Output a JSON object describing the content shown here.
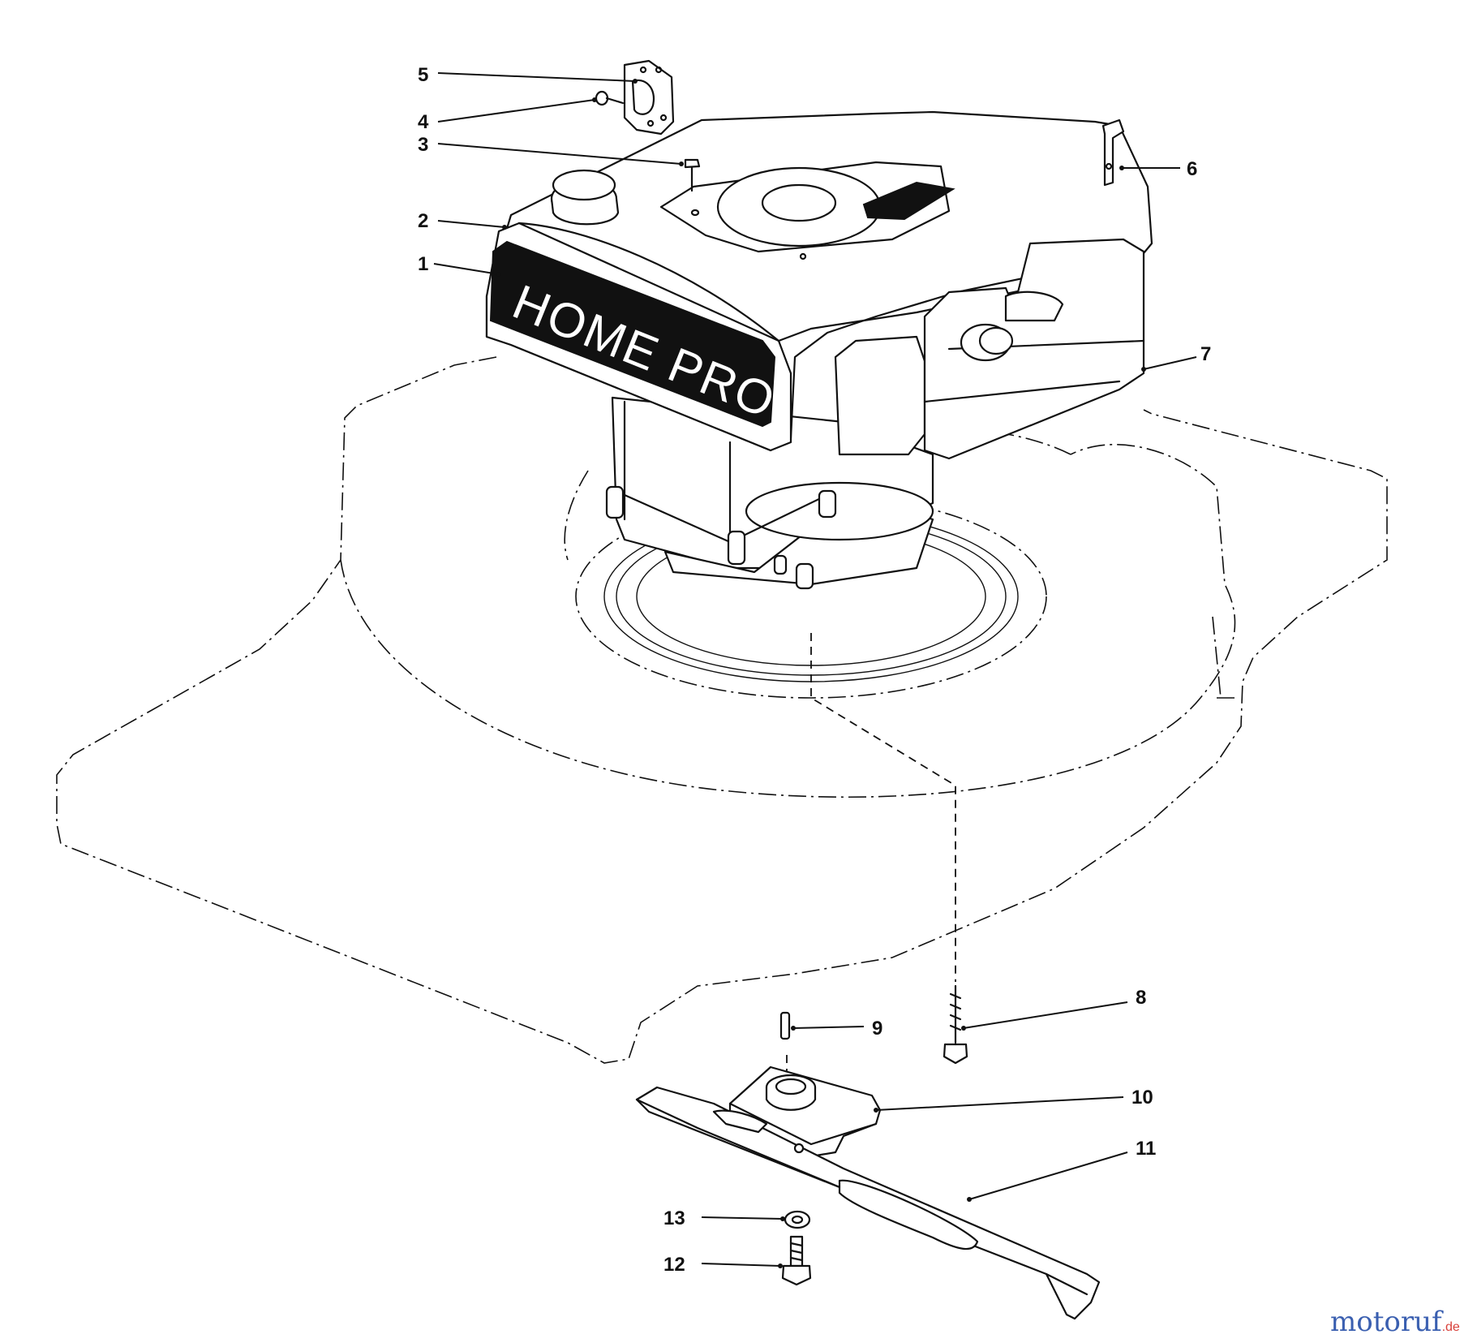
{
  "brand_label": "HOME PRO",
  "callouts": [
    {
      "id": "1",
      "label": "1"
    },
    {
      "id": "2",
      "label": "2"
    },
    {
      "id": "3",
      "label": "3"
    },
    {
      "id": "4",
      "label": "4"
    },
    {
      "id": "5",
      "label": "5"
    },
    {
      "id": "6",
      "label": "6"
    },
    {
      "id": "7",
      "label": "7"
    },
    {
      "id": "8",
      "label": "8"
    },
    {
      "id": "9",
      "label": "9"
    },
    {
      "id": "10",
      "label": "10"
    },
    {
      "id": "11",
      "label": "11"
    },
    {
      "id": "12",
      "label": "12"
    },
    {
      "id": "13",
      "label": "13"
    }
  ],
  "watermark": {
    "main": "motoruf",
    "suffix": ".de",
    "color_main": "#3a5fb0",
    "color_accent": "#d8403a"
  }
}
